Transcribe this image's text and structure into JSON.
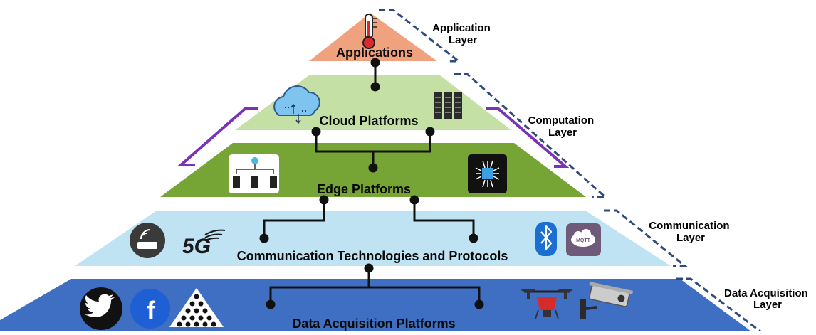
{
  "colors": {
    "applications": "#f0a27e",
    "cloud": "#c5e0a5",
    "edge": "#77a535",
    "communication": "#bfe3f3",
    "data": "#3f6fc2",
    "dashed_line": "#2f4b7c",
    "bracket": "#7b32b8"
  },
  "tiers": {
    "applications": "Applications",
    "cloud": "Cloud Platforms",
    "edge": "Edge Platforms",
    "communication": "Communication Technologies and Protocols",
    "data": "Data Acquisition Platforms"
  },
  "layers": {
    "application": [
      "Application",
      "Layer"
    ],
    "computation": [
      "Computation",
      "Layer"
    ],
    "communication": [
      "Communication",
      "Layer"
    ],
    "data_acquisition": [
      "Data Acquisition",
      "Layer"
    ]
  },
  "icon_text": {
    "five_g": "5G",
    "mqtt": "MQTT",
    "facebook": "f"
  },
  "icons": [
    "thermometer-icon",
    "cloud-icon",
    "server-rack-icon",
    "edge-network-icon",
    "chip-icon",
    "router-icon",
    "5g-icon",
    "bluetooth-icon",
    "mqtt-icon",
    "twitter-icon",
    "facebook-icon",
    "crowd-icon",
    "drone-icon",
    "cctv-camera-icon"
  ]
}
